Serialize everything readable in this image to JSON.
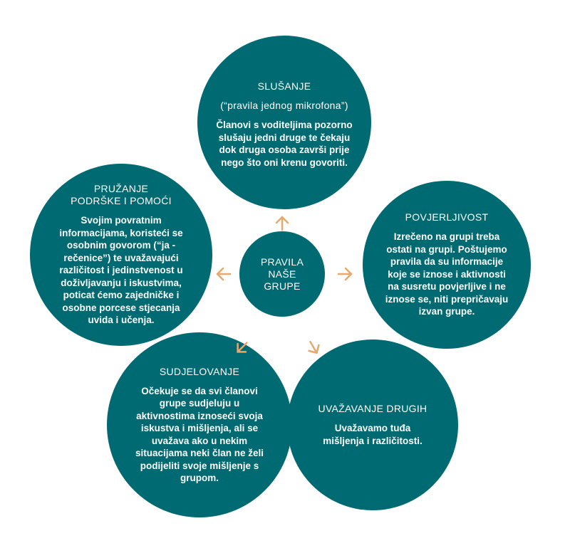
{
  "colors": {
    "circle": "#006a72",
    "arrow": "#e8a86e",
    "text": "#ffffff"
  },
  "center": {
    "title": [
      "PRAVILA",
      "NAŠE",
      "GRUPE"
    ]
  },
  "rules": [
    {
      "id": "slusanje",
      "title": [
        "SLUŠANJE"
      ],
      "subtitle": [
        "(“pravila jednog mikrofona”)"
      ],
      "body": [
        "Članovi s voditeljima pozorno",
        "slušaju jedni druge te čekaju",
        "dok druga osoba završi prije",
        "nego što oni krenu govoriti."
      ]
    },
    {
      "id": "povjerljivost",
      "title": [
        "POVJERLJIVOST"
      ],
      "body": [
        "Izrečeno na grupi treba",
        "ostati na grupi. Poštujemo",
        "pravila da su informacije",
        "koje se iznose i aktivnosti",
        "na susretu povjerljive i ne",
        "iznose se, niti prepričavaju",
        "izvan grupe."
      ]
    },
    {
      "id": "uvazavanje",
      "title": [
        "UVAŽAVANJE DRUGIH"
      ],
      "body": [
        "Uvažavamo tuđa",
        "mišljenja i različitosti."
      ]
    },
    {
      "id": "sudjelovanje",
      "title": [
        "SUDJELOVANJE"
      ],
      "body": [
        "Očekuje se da svi članovi",
        "grupe sudjeluju u",
        "aktivnostima iznoseći svoja",
        "iskustva i mišljenja, ali se",
        "uvažava ako u nekim",
        "situacijama neki član ne želi",
        "podijeliti svoje mišljenje s",
        "grupom."
      ]
    },
    {
      "id": "pruzanje",
      "title": [
        "PRUŽANJE",
        "PODRŠKE I POMOĆI"
      ],
      "body": [
        "Svojim povratnim",
        "informacijama, koristeći se",
        "osobnim govorom (“ja -",
        "rečenice”) te uvažavajući",
        "različitost i jedinstvenost u",
        "doživljavanju i iskustvima,",
        "poticat ćemo zajedničke i",
        "osobne porcese stjecanja",
        "uvida i učenja."
      ]
    }
  ]
}
